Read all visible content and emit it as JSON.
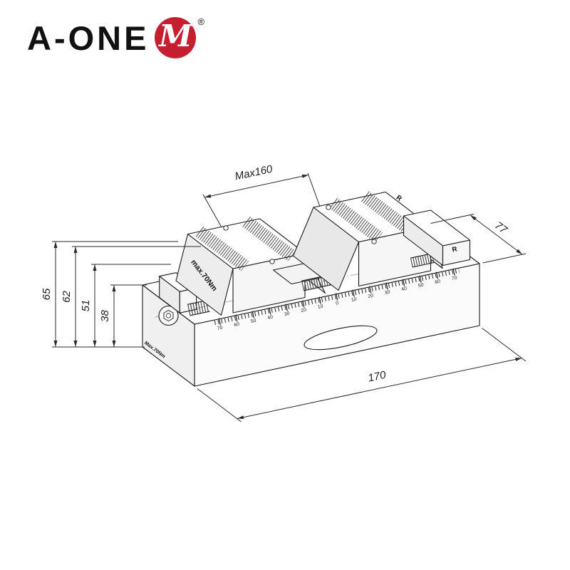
{
  "brand": {
    "name": "A-ONE",
    "logo_letter": "M",
    "registered_mark": "®",
    "accent_color": "#c41e2f"
  },
  "drawing": {
    "subject": "self-centering precision machine vise, isometric view",
    "dimensions": {
      "max_opening": "Max160",
      "total_height": "65",
      "height_62": "62",
      "height_51": "51",
      "height_38": "38",
      "body_width": "77",
      "body_length": "170"
    },
    "annotations": {
      "torque_jaw": "max.70Nm",
      "torque_body": "Max.70Nm",
      "right_marker_1": "R",
      "right_marker_2": "R"
    },
    "ruler_values": [
      "70",
      "60",
      "50",
      "40",
      "30",
      "20",
      "10",
      "0",
      "10",
      "20",
      "30",
      "40",
      "50",
      "60",
      "70"
    ]
  }
}
